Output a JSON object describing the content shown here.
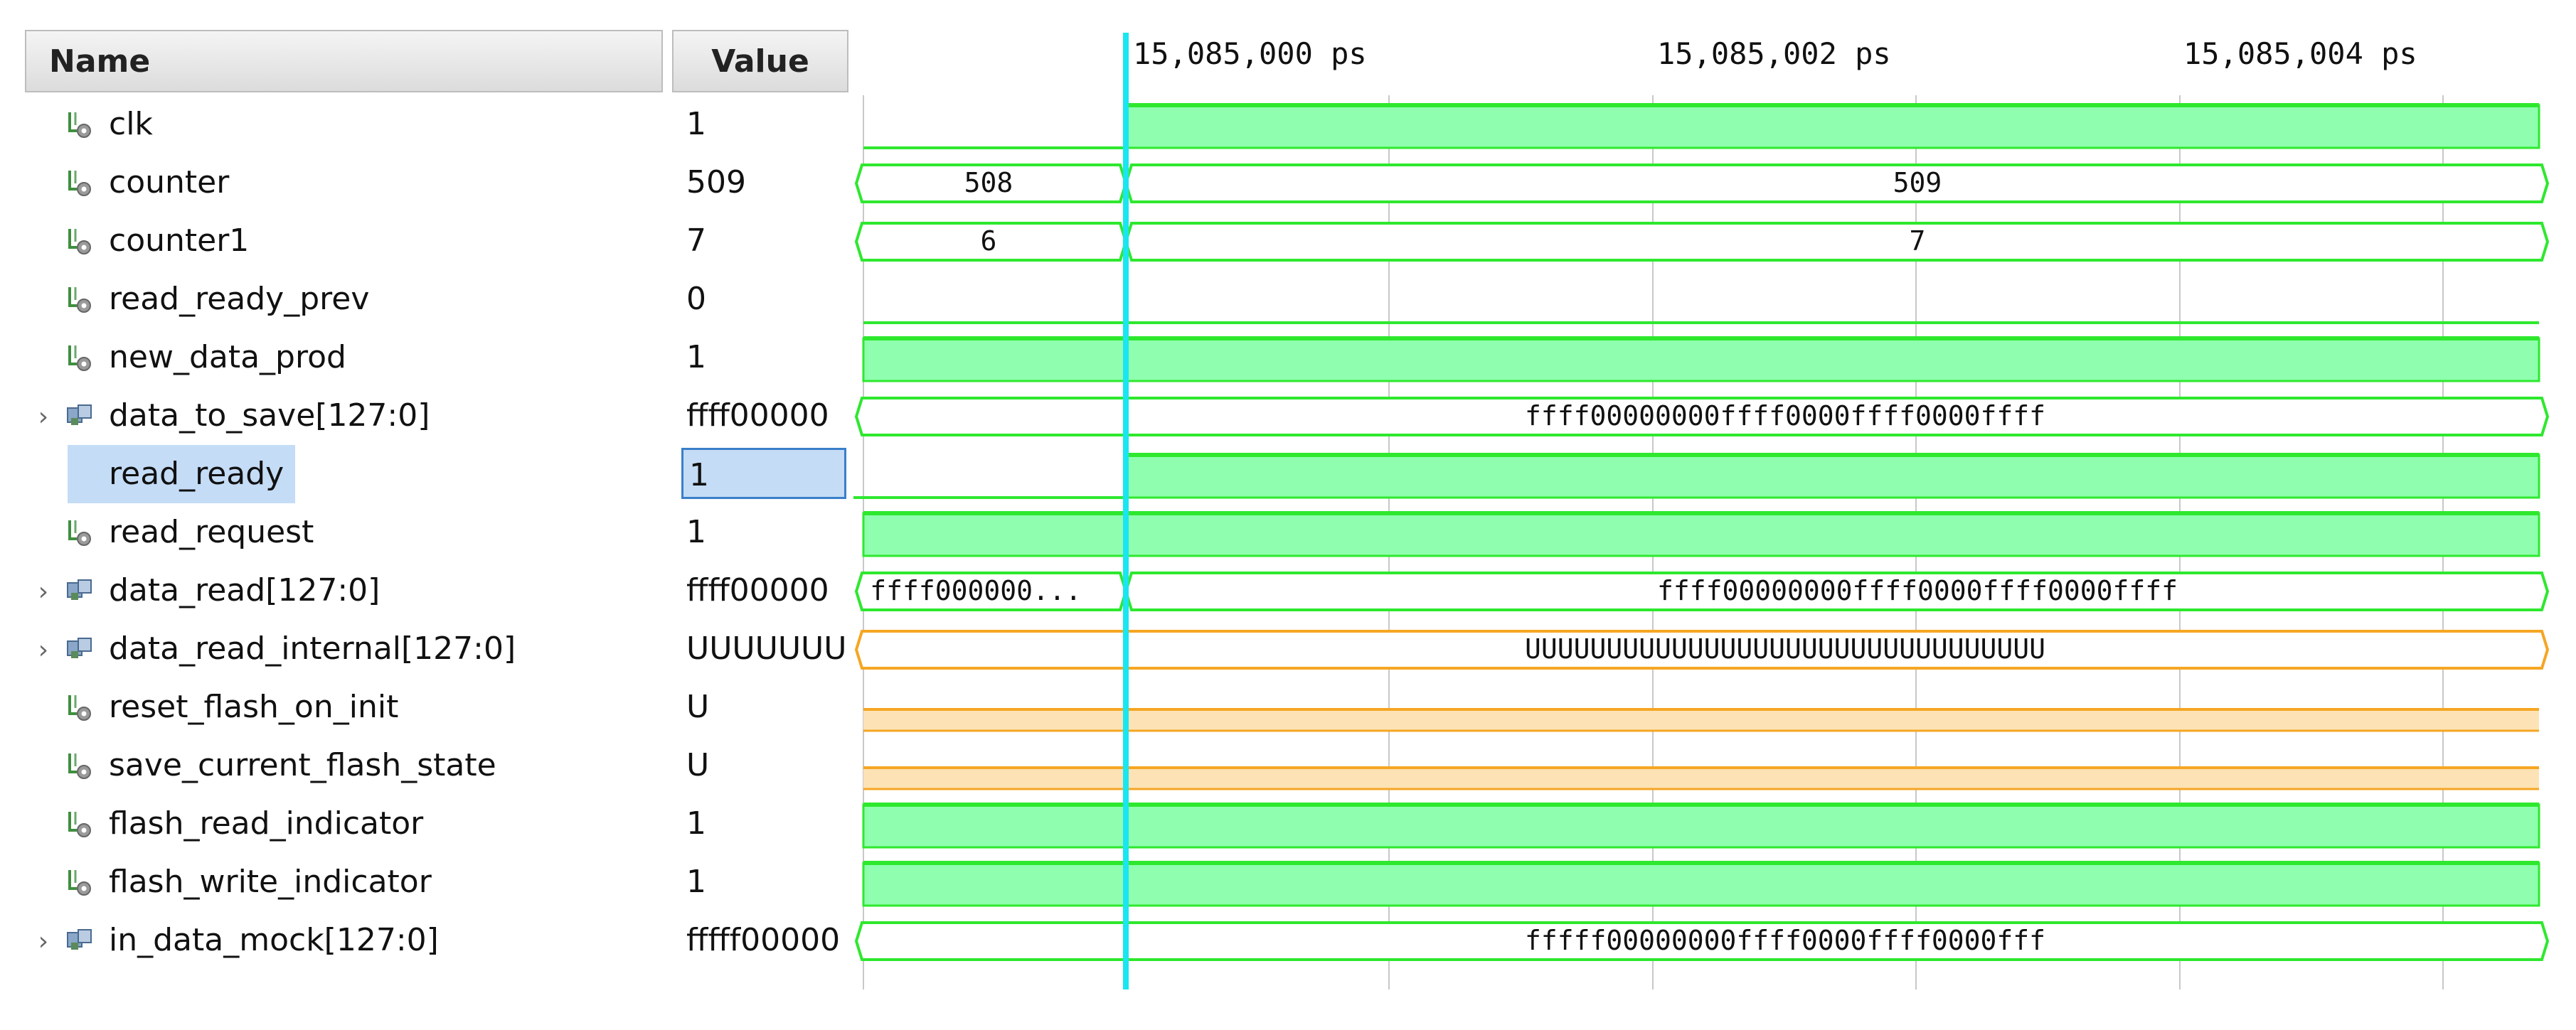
{
  "headers": {
    "name": "Name",
    "value": "Value"
  },
  "timeline": {
    "ticks": [
      "15,085,000 ps",
      "15,085,002 ps",
      "15,085,004 ps"
    ]
  },
  "colors": {
    "high_fill": "#8fffaf",
    "wave_line": "#2ee82e",
    "undefined_line": "#f5a623",
    "undefined_fill": "#fde2b5",
    "cursor": "#19e6f0",
    "selection": "#c4dcf6"
  },
  "signals": [
    {
      "name": "clk",
      "value": "1",
      "icon": "signal-bit-icon",
      "bus": false,
      "wave_text": []
    },
    {
      "name": "counter",
      "value": "509",
      "icon": "signal-bit-icon",
      "bus": false,
      "wave_text": [
        "508",
        "509"
      ]
    },
    {
      "name": "counter1",
      "value": "7",
      "icon": "signal-bit-icon",
      "bus": false,
      "wave_text": [
        "6",
        "7"
      ]
    },
    {
      "name": "read_ready_prev",
      "value": "0",
      "icon": "signal-bit-icon",
      "bus": false,
      "wave_text": []
    },
    {
      "name": "new_data_prod",
      "value": "1",
      "icon": "signal-bit-icon",
      "bus": false,
      "wave_text": []
    },
    {
      "name": "data_to_save[127:0]",
      "value": "ffff00000",
      "icon": "signal-bus-icon",
      "bus": true,
      "wave_text": [
        "ffff00000000ffff0000ffff0000ffff"
      ]
    },
    {
      "name": "read_ready",
      "value": "1",
      "icon": "signal-bit-icon",
      "bus": false,
      "selected": true,
      "wave_text": []
    },
    {
      "name": "read_request",
      "value": "1",
      "icon": "signal-bit-icon",
      "bus": false,
      "wave_text": []
    },
    {
      "name": "data_read[127:0]",
      "value": "ffff00000",
      "icon": "signal-bus-icon",
      "bus": true,
      "wave_text": [
        "ffff000000...",
        "ffff00000000ffff0000ffff0000ffff"
      ]
    },
    {
      "name": "data_read_internal[127:0]",
      "value": "UUUUUUU",
      "icon": "signal-bus-icon",
      "bus": true,
      "wave_text": [
        "UUUUUUUUUUUUUUUUUUUUUUUUUUUUUUUU"
      ]
    },
    {
      "name": "reset_flash_on_init",
      "value": "U",
      "icon": "signal-bit-icon",
      "bus": false,
      "wave_text": []
    },
    {
      "name": "save_current_flash_state",
      "value": "U",
      "icon": "signal-bit-icon",
      "bus": false,
      "wave_text": []
    },
    {
      "name": "flash_read_indicator",
      "value": "1",
      "icon": "signal-bit-icon",
      "bus": false,
      "wave_text": []
    },
    {
      "name": "flash_write_indicator",
      "value": "1",
      "icon": "signal-bit-icon",
      "bus": false,
      "wave_text": []
    },
    {
      "name": "in_data_mock[127:0]",
      "value": "fffff00000",
      "icon": "signal-bus-icon",
      "bus": true,
      "wave_text": [
        "fffff00000000ffff0000ffff0000fff"
      ]
    }
  ]
}
